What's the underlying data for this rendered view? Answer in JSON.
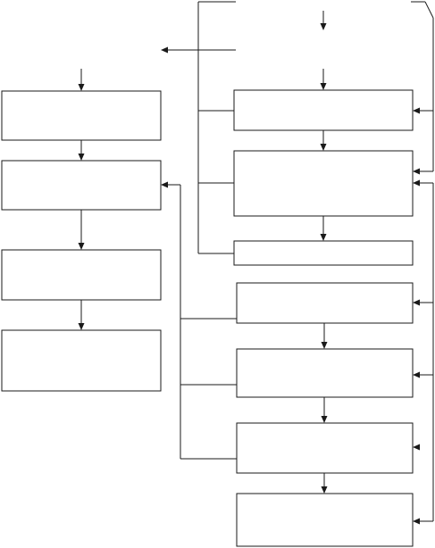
{
  "diagram": {
    "type": "flowchart",
    "stroke_color": "#1a1a1a",
    "node_fill": "#ffffff",
    "background": "#ffffff",
    "nodes": [
      {
        "id": "L1",
        "label": ""
      },
      {
        "id": "L2",
        "label": ""
      },
      {
        "id": "L3",
        "label": ""
      },
      {
        "id": "L4",
        "label": ""
      },
      {
        "id": "R1",
        "label": ""
      },
      {
        "id": "R2",
        "label": ""
      },
      {
        "id": "R3",
        "label": ""
      },
      {
        "id": "R4",
        "label": ""
      },
      {
        "id": "R5",
        "label": ""
      },
      {
        "id": "R6",
        "label": ""
      },
      {
        "id": "R7",
        "label": ""
      }
    ],
    "edges": [
      {
        "from": "",
        "to": "L1"
      },
      {
        "from": "L1",
        "to": "L2"
      },
      {
        "from": "L2",
        "to": "L3"
      },
      {
        "from": "L3",
        "to": "L4"
      },
      {
        "from": "",
        "to": "R1"
      },
      {
        "from": "R1",
        "to": "R2"
      },
      {
        "from": "R2",
        "to": "R3"
      },
      {
        "from": "R4",
        "to": "R5"
      },
      {
        "from": "R5",
        "to": "R6"
      },
      {
        "from": "R6",
        "to": "R7"
      },
      {
        "from": "R4",
        "to": "L2"
      },
      {
        "from": "R5",
        "to": "L2"
      },
      {
        "from": "R6",
        "to": "L2"
      },
      {
        "from": "R1",
        "to": "L1"
      },
      {
        "from": "R2",
        "to": "L1"
      },
      {
        "from": "R3",
        "to": "L1"
      }
    ]
  }
}
